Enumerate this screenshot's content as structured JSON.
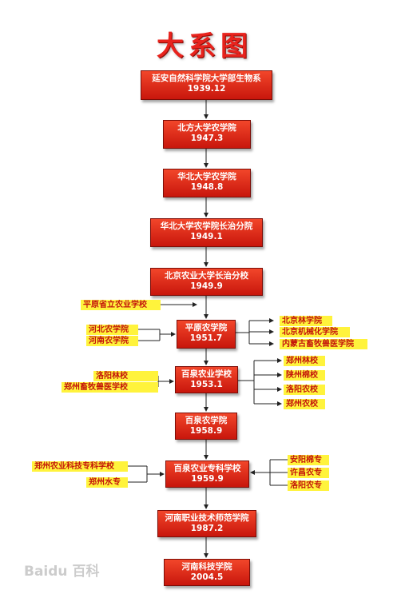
{
  "title": "大系图",
  "main_nodes": [
    {
      "name": "延安自然科学院大学部生物系",
      "year": "1939.12"
    },
    {
      "name": "北方大学农学院",
      "year": "1947.3"
    },
    {
      "name": "华北大学农学院",
      "year": "1948.8"
    },
    {
      "name": "华北大学农学院长治分院",
      "year": "1949.1"
    },
    {
      "name": "北京农业大学长治分校",
      "year": "1949.9"
    },
    {
      "name": "平原农学院",
      "year": "1951.7"
    },
    {
      "name": "百泉农业学校",
      "year": "1953.1"
    },
    {
      "name": "百泉农学院",
      "year": "1958.9"
    },
    {
      "name": "百泉农业专科学校",
      "year": "1959.9"
    },
    {
      "name": "河南职业技术师范学院",
      "year": "1987.2"
    },
    {
      "name": "河南科技学院",
      "year": "2004.5"
    }
  ],
  "side_tags": {
    "pingyuan_in": "平原省立农业学校",
    "hebei": "河北农学院",
    "henan": "河南农学院",
    "beijing_lin": "北京林学院",
    "beijing_jixie": "北京机械化学院",
    "neimenggu": "内蒙古畜牧兽医学院",
    "luoyang_lin": "洛阳林校",
    "zhengzhou_xumu": "郑州畜牧兽医学校",
    "zhengzhou_linxiao": "郑州林校",
    "shanzhou_mian": "陕州棉校",
    "luoyang_nongxiao": "洛阳农校",
    "zhengzhou_nongxiao": "郑州农校",
    "zhengzhou_keji": "郑州农业科技专科学校",
    "zhengzhou_shui": "郑州水专",
    "anyang_mian": "安阳棉专",
    "xuchang": "许昌农专",
    "luoyang_nongzhuan": "洛阳农专"
  },
  "watermark": "Baidu 百科",
  "colors": {
    "node": "#d8200f",
    "tag_bg": "#fff33c",
    "tag_text": "#c4140b",
    "title": "#e8231d"
  }
}
